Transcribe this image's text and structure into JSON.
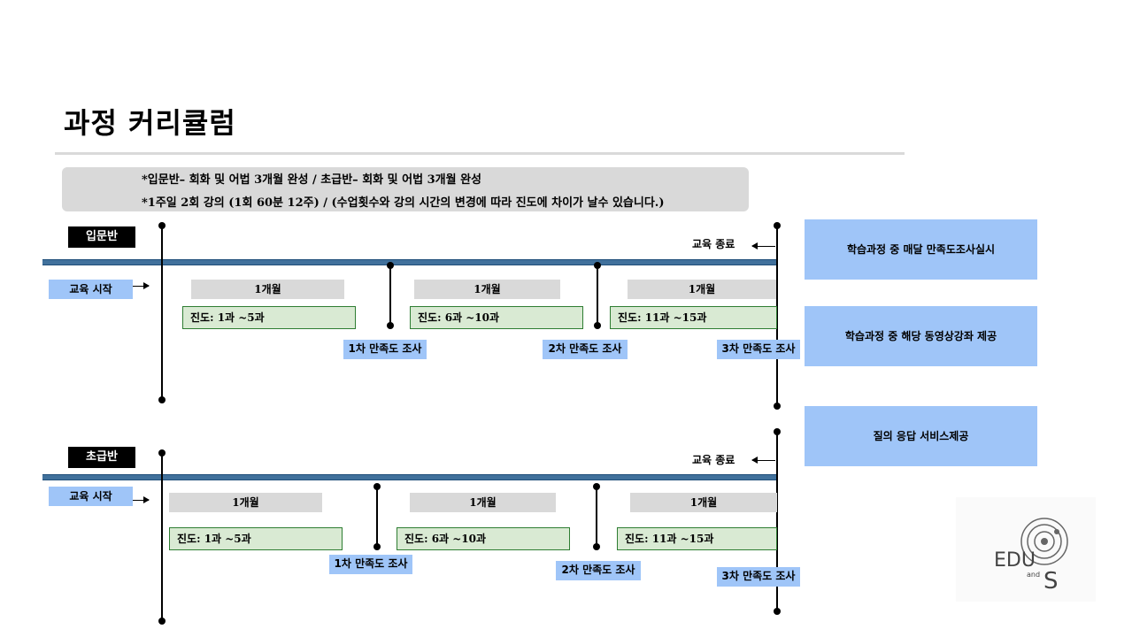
{
  "title": "과정 커리큘럼",
  "notes": [
    "*입문반– 회화 및 어법 3개월 완성 /  초급반– 회화 및 어법 3개월 완성",
    "*1주일 2회 강의 (1회 60분 12주) / (수업횟수와 강의 시간의 변경에 따라 진도에 차이가 날수 있습니다.)"
  ],
  "tracks": [
    {
      "level": "입문반",
      "start_label": "교육 시작",
      "end_label": "교육 종료",
      "months": [
        "1개월",
        "1개월",
        "1개월"
      ],
      "progress": [
        "진도: 1과 ~5과",
        "진도: 6과 ~10과",
        "진도: 11과 ~15과"
      ],
      "surveys": [
        "1차 만족도 조사",
        "2차 만족도 조사",
        "3차 만족도 조사"
      ]
    },
    {
      "level": "초급반",
      "start_label": "교육 시작",
      "end_label": "교육 종료",
      "months": [
        "1개월",
        "1개월",
        "1개월"
      ],
      "progress": [
        "진도: 1과 ~5과",
        "진도: 6과 ~10과",
        "진도: 11과 ~15과"
      ],
      "surveys": [
        "1차 만족도 조사",
        "2차 만족도 조사",
        "3차 만족도 조사"
      ]
    }
  ],
  "services": [
    "학습과정 중 매달 만족도조사실시",
    "학습과정 중  해당 동영상강좌 제공",
    "질의 응답 서비스제공"
  ],
  "logo": {
    "top": "EDU",
    "middle": "and",
    "bottom": "S"
  },
  "colors": {
    "bar": "#41719c",
    "survey": "#9fc5f8",
    "progress": "#d9ead3",
    "month": "#d9d9d9"
  }
}
